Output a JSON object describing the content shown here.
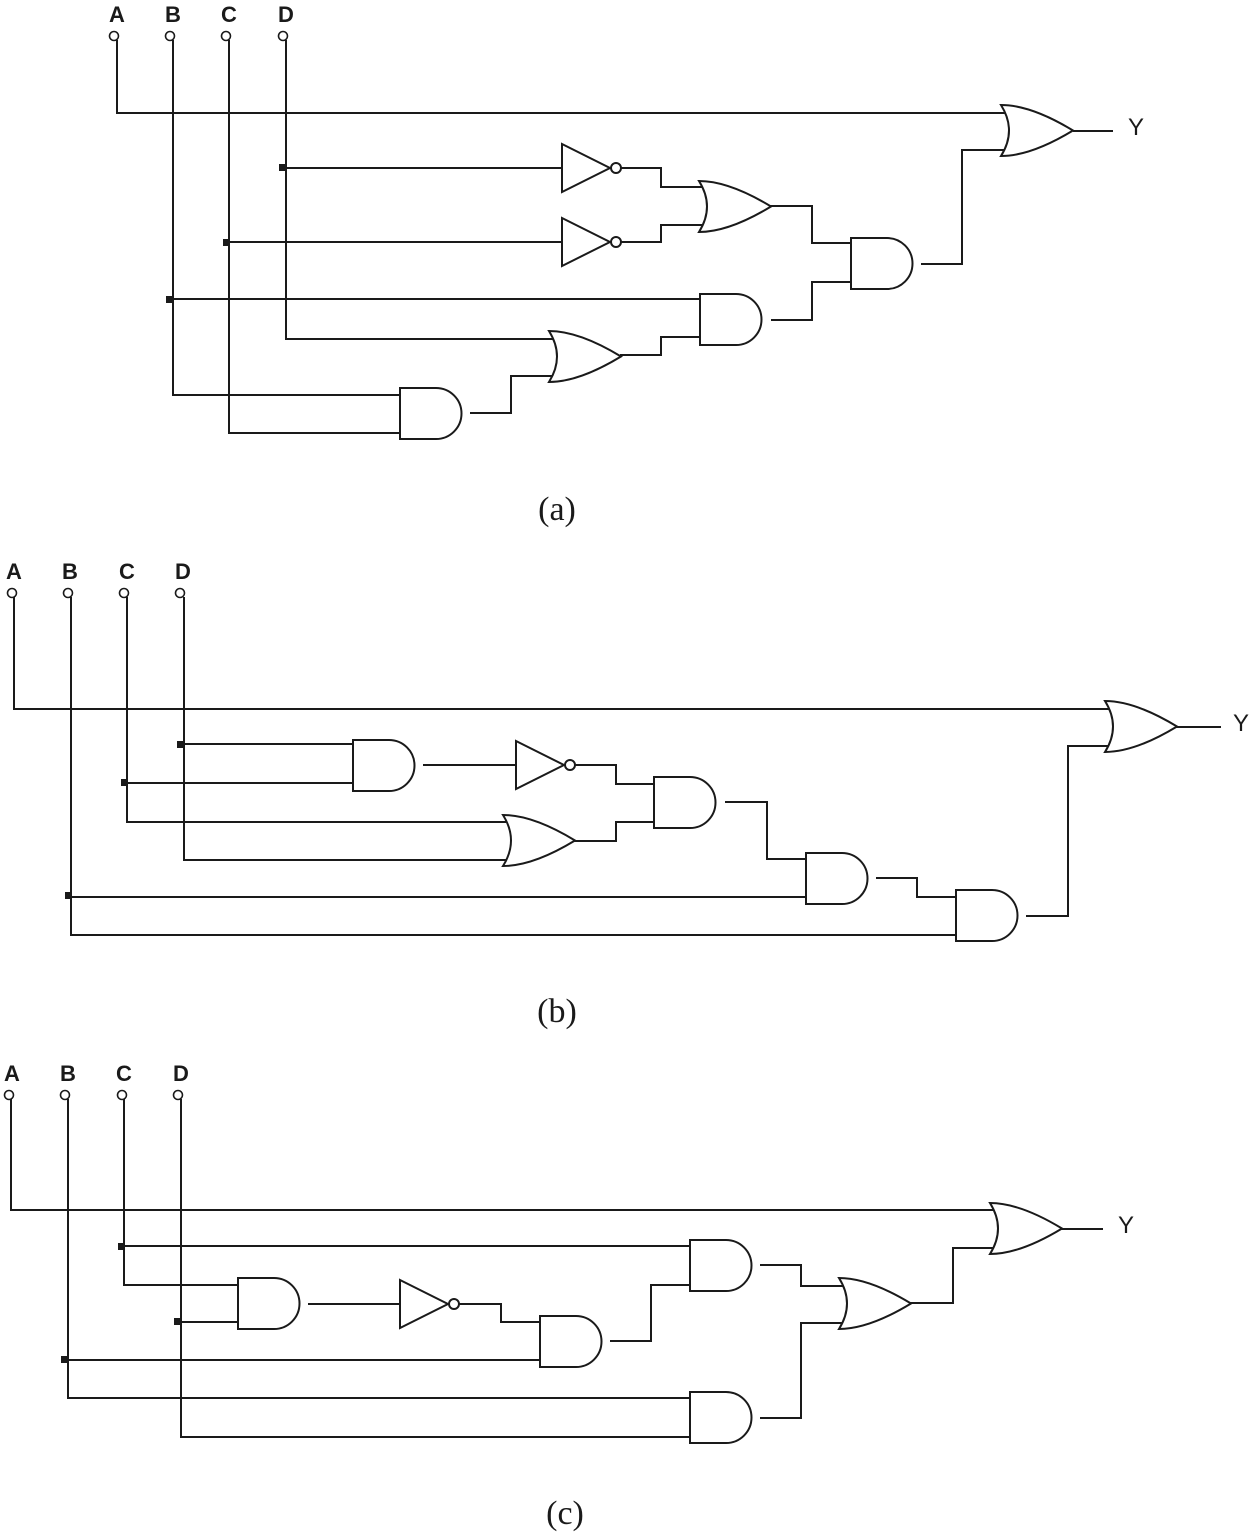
{
  "diagrams": [
    {
      "inputs": [
        "A",
        "B",
        "C",
        "D"
      ],
      "output": "Y",
      "caption": "(a)"
    },
    {
      "inputs": [
        "A",
        "B",
        "C",
        "D"
      ],
      "output": "Y",
      "caption": "(b)"
    },
    {
      "inputs": [
        "A",
        "B",
        "C",
        "D"
      ],
      "output": "Y",
      "caption": "(c)"
    }
  ]
}
